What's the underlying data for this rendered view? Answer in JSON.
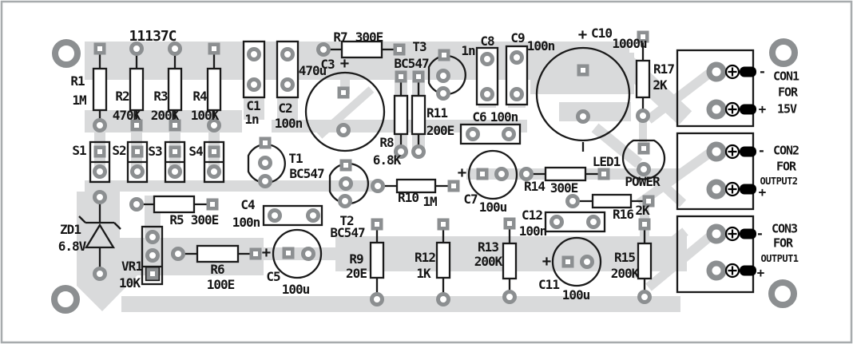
{
  "ic_marking": "11137C",
  "components": {
    "r1": {
      "ref": "R1",
      "value": "1M"
    },
    "r2": {
      "ref": "R2",
      "value": "470K"
    },
    "r3": {
      "ref": "R3",
      "value": "200K"
    },
    "r4": {
      "ref": "R4",
      "value": "100K"
    },
    "r5": {
      "ref": "R5",
      "value": "300E"
    },
    "r6": {
      "ref": "R6",
      "value": "100E"
    },
    "r7": {
      "ref": "R7",
      "value": "300E"
    },
    "r8": {
      "ref": "R8",
      "value": "6.8K"
    },
    "r9": {
      "ref": "R9",
      "value": "20E"
    },
    "r10": {
      "ref": "R10",
      "value": "1M"
    },
    "r11": {
      "ref": "R11",
      "value": "200E"
    },
    "r12": {
      "ref": "R12",
      "value": "1K"
    },
    "r13": {
      "ref": "R13",
      "value": "200K"
    },
    "r14": {
      "ref": "R14",
      "value": "300E"
    },
    "r15": {
      "ref": "R15",
      "value": "200K"
    },
    "r16": {
      "ref": "R16",
      "value": "2K"
    },
    "r17": {
      "ref": "R17",
      "value": "2K"
    },
    "c1": {
      "ref": "C1",
      "value": "1n"
    },
    "c2": {
      "ref": "C2",
      "value": "100n"
    },
    "c3": {
      "ref": "C3",
      "value": "470u",
      "polarity": "+"
    },
    "c4": {
      "ref": "C4",
      "value": "100n"
    },
    "c5": {
      "ref": "C5",
      "value": "100u",
      "polarity": "+"
    },
    "c6": {
      "ref": "C6",
      "value": "100n"
    },
    "c7": {
      "ref": "C7",
      "value": "100u",
      "polarity": "+"
    },
    "c8": {
      "ref": "C8",
      "value": "1n"
    },
    "c9": {
      "ref": "C9",
      "value": "100n"
    },
    "c10": {
      "ref": "C10",
      "value": "1000u",
      "polarity": "+"
    },
    "c11": {
      "ref": "C11",
      "value": "100u",
      "polarity": "+"
    },
    "c12": {
      "ref": "C12",
      "value": "100n"
    },
    "t1": {
      "ref": "T1",
      "value": "BC547"
    },
    "t2": {
      "ref": "T2",
      "value": "BC547"
    },
    "t3": {
      "ref": "T3",
      "value": "BC547"
    },
    "s1": {
      "ref": "S1"
    },
    "s2": {
      "ref": "S2"
    },
    "s3": {
      "ref": "S3"
    },
    "s4": {
      "ref": "S4"
    },
    "zd1": {
      "ref": "ZD1",
      "value": "6.8V"
    },
    "vr1": {
      "ref": "VR1",
      "value": "10K"
    },
    "led1": {
      "ref": "LED1",
      "label": "POWER"
    }
  },
  "connectors": {
    "con1": {
      "ref": "CON1",
      "purpose": "FOR",
      "target": "15V",
      "minus": "-",
      "plus": "+"
    },
    "con2": {
      "ref": "CON2",
      "purpose": "FOR",
      "target": "OUTPUT2",
      "minus": "-",
      "plus": "+"
    },
    "con3": {
      "ref": "CON3",
      "purpose": "FOR",
      "target": "OUTPUT1",
      "minus": "-",
      "plus": "+"
    }
  }
}
